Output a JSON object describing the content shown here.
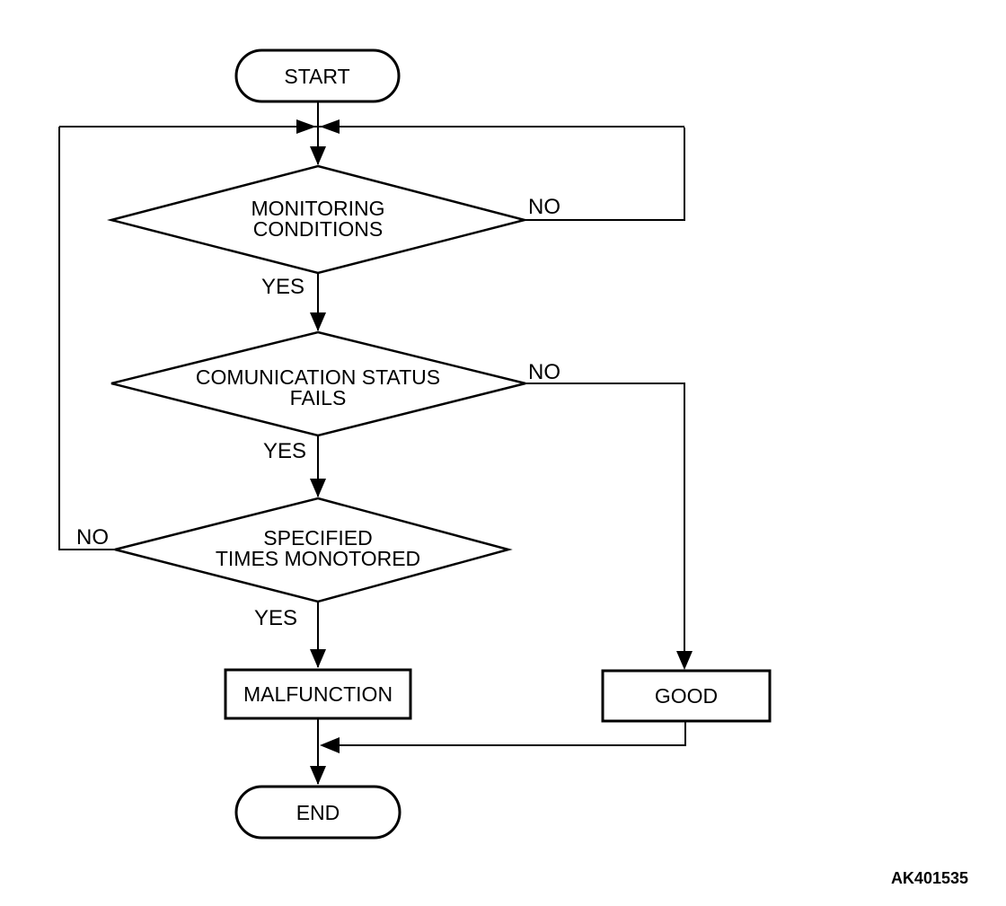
{
  "figure_code": "AK401535",
  "nodes": {
    "start": {
      "label": "START"
    },
    "monitoring": {
      "line1": "MONITORING",
      "line2": "CONDITIONS"
    },
    "communication": {
      "line1": "COMUNICATION STATUS",
      "line2": "FAILS"
    },
    "specified": {
      "line1": "SPECIFIED",
      "line2": "TIMES MONOTORED"
    },
    "malfunction": {
      "label": "MALFUNCTION"
    },
    "good": {
      "label": "GOOD"
    },
    "end": {
      "label": "END"
    }
  },
  "edges": {
    "monitoring_yes": "YES",
    "monitoring_no": "NO",
    "communication_yes": "YES",
    "communication_no": "NO",
    "specified_yes": "YES",
    "specified_no": "NO"
  },
  "colors": {
    "line": "#000000",
    "background": "#ffffff"
  }
}
